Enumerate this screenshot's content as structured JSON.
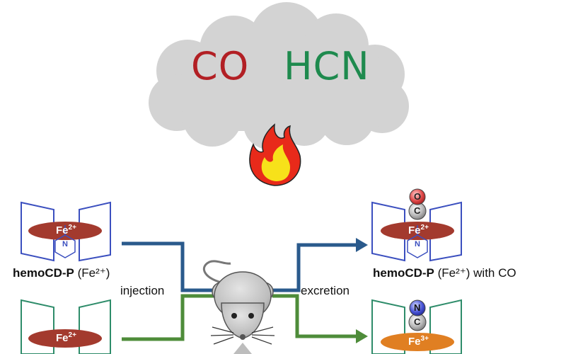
{
  "gases": {
    "co": {
      "label": "CO",
      "color": "#b21f24"
    },
    "hcn": {
      "label": "HCN",
      "color": "#1e8a4e"
    }
  },
  "complexes": {
    "left_top": {
      "name": "hemoCD-P",
      "state": "(Fe²⁺)",
      "metal": "Fe",
      "charge": "2+"
    },
    "left_bottom": {
      "metal": "Fe",
      "charge": "2+"
    },
    "right_top": {
      "name": "hemoCD-P",
      "state": "(Fe²⁺) with CO",
      "metal": "Fe",
      "charge": "2+",
      "ligand_top": "O",
      "ligand_bottom": "C"
    },
    "right_bottom": {
      "metal": "Fe",
      "charge": "3+",
      "ligand_top": "N",
      "ligand_bottom": "C"
    },
    "pyridine_atom": "N"
  },
  "arrows": {
    "in_label": "injection",
    "out_label": "excretion"
  },
  "colors": {
    "blue_path": "#2a5a8c",
    "green_path": "#4e8c3a",
    "cd_blue": "#3b4fbf",
    "cd_green": "#2e8c6a",
    "fe2_red": "#a33a2e",
    "fe3_orange": "#e07f22",
    "cloud": "#d3d3d3"
  }
}
